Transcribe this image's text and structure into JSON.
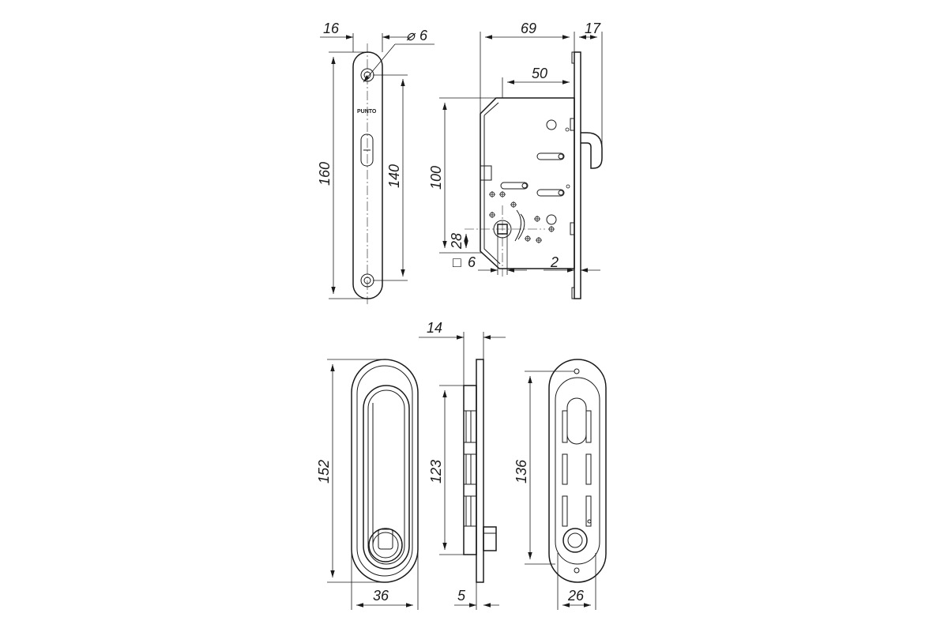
{
  "brand": "PUNTO",
  "dimensions": {
    "strike_width": "16",
    "hole_diameter": "6",
    "strike_length": "160",
    "strike_hole_spacing": "140",
    "body_depth": "69",
    "faceplate_offset": "17",
    "backset": "50",
    "body_height": "100",
    "spindle_height": "28",
    "spindle_square": "6",
    "faceplate_thickness": "2",
    "handle_height": "152",
    "handle_width": "36",
    "handle_depth": "14",
    "handle_inner_height": "123",
    "handle_recess": "5",
    "rear_height": "136",
    "rear_width": "26"
  },
  "symbols": {
    "diameter": "⌀",
    "square": "□"
  }
}
